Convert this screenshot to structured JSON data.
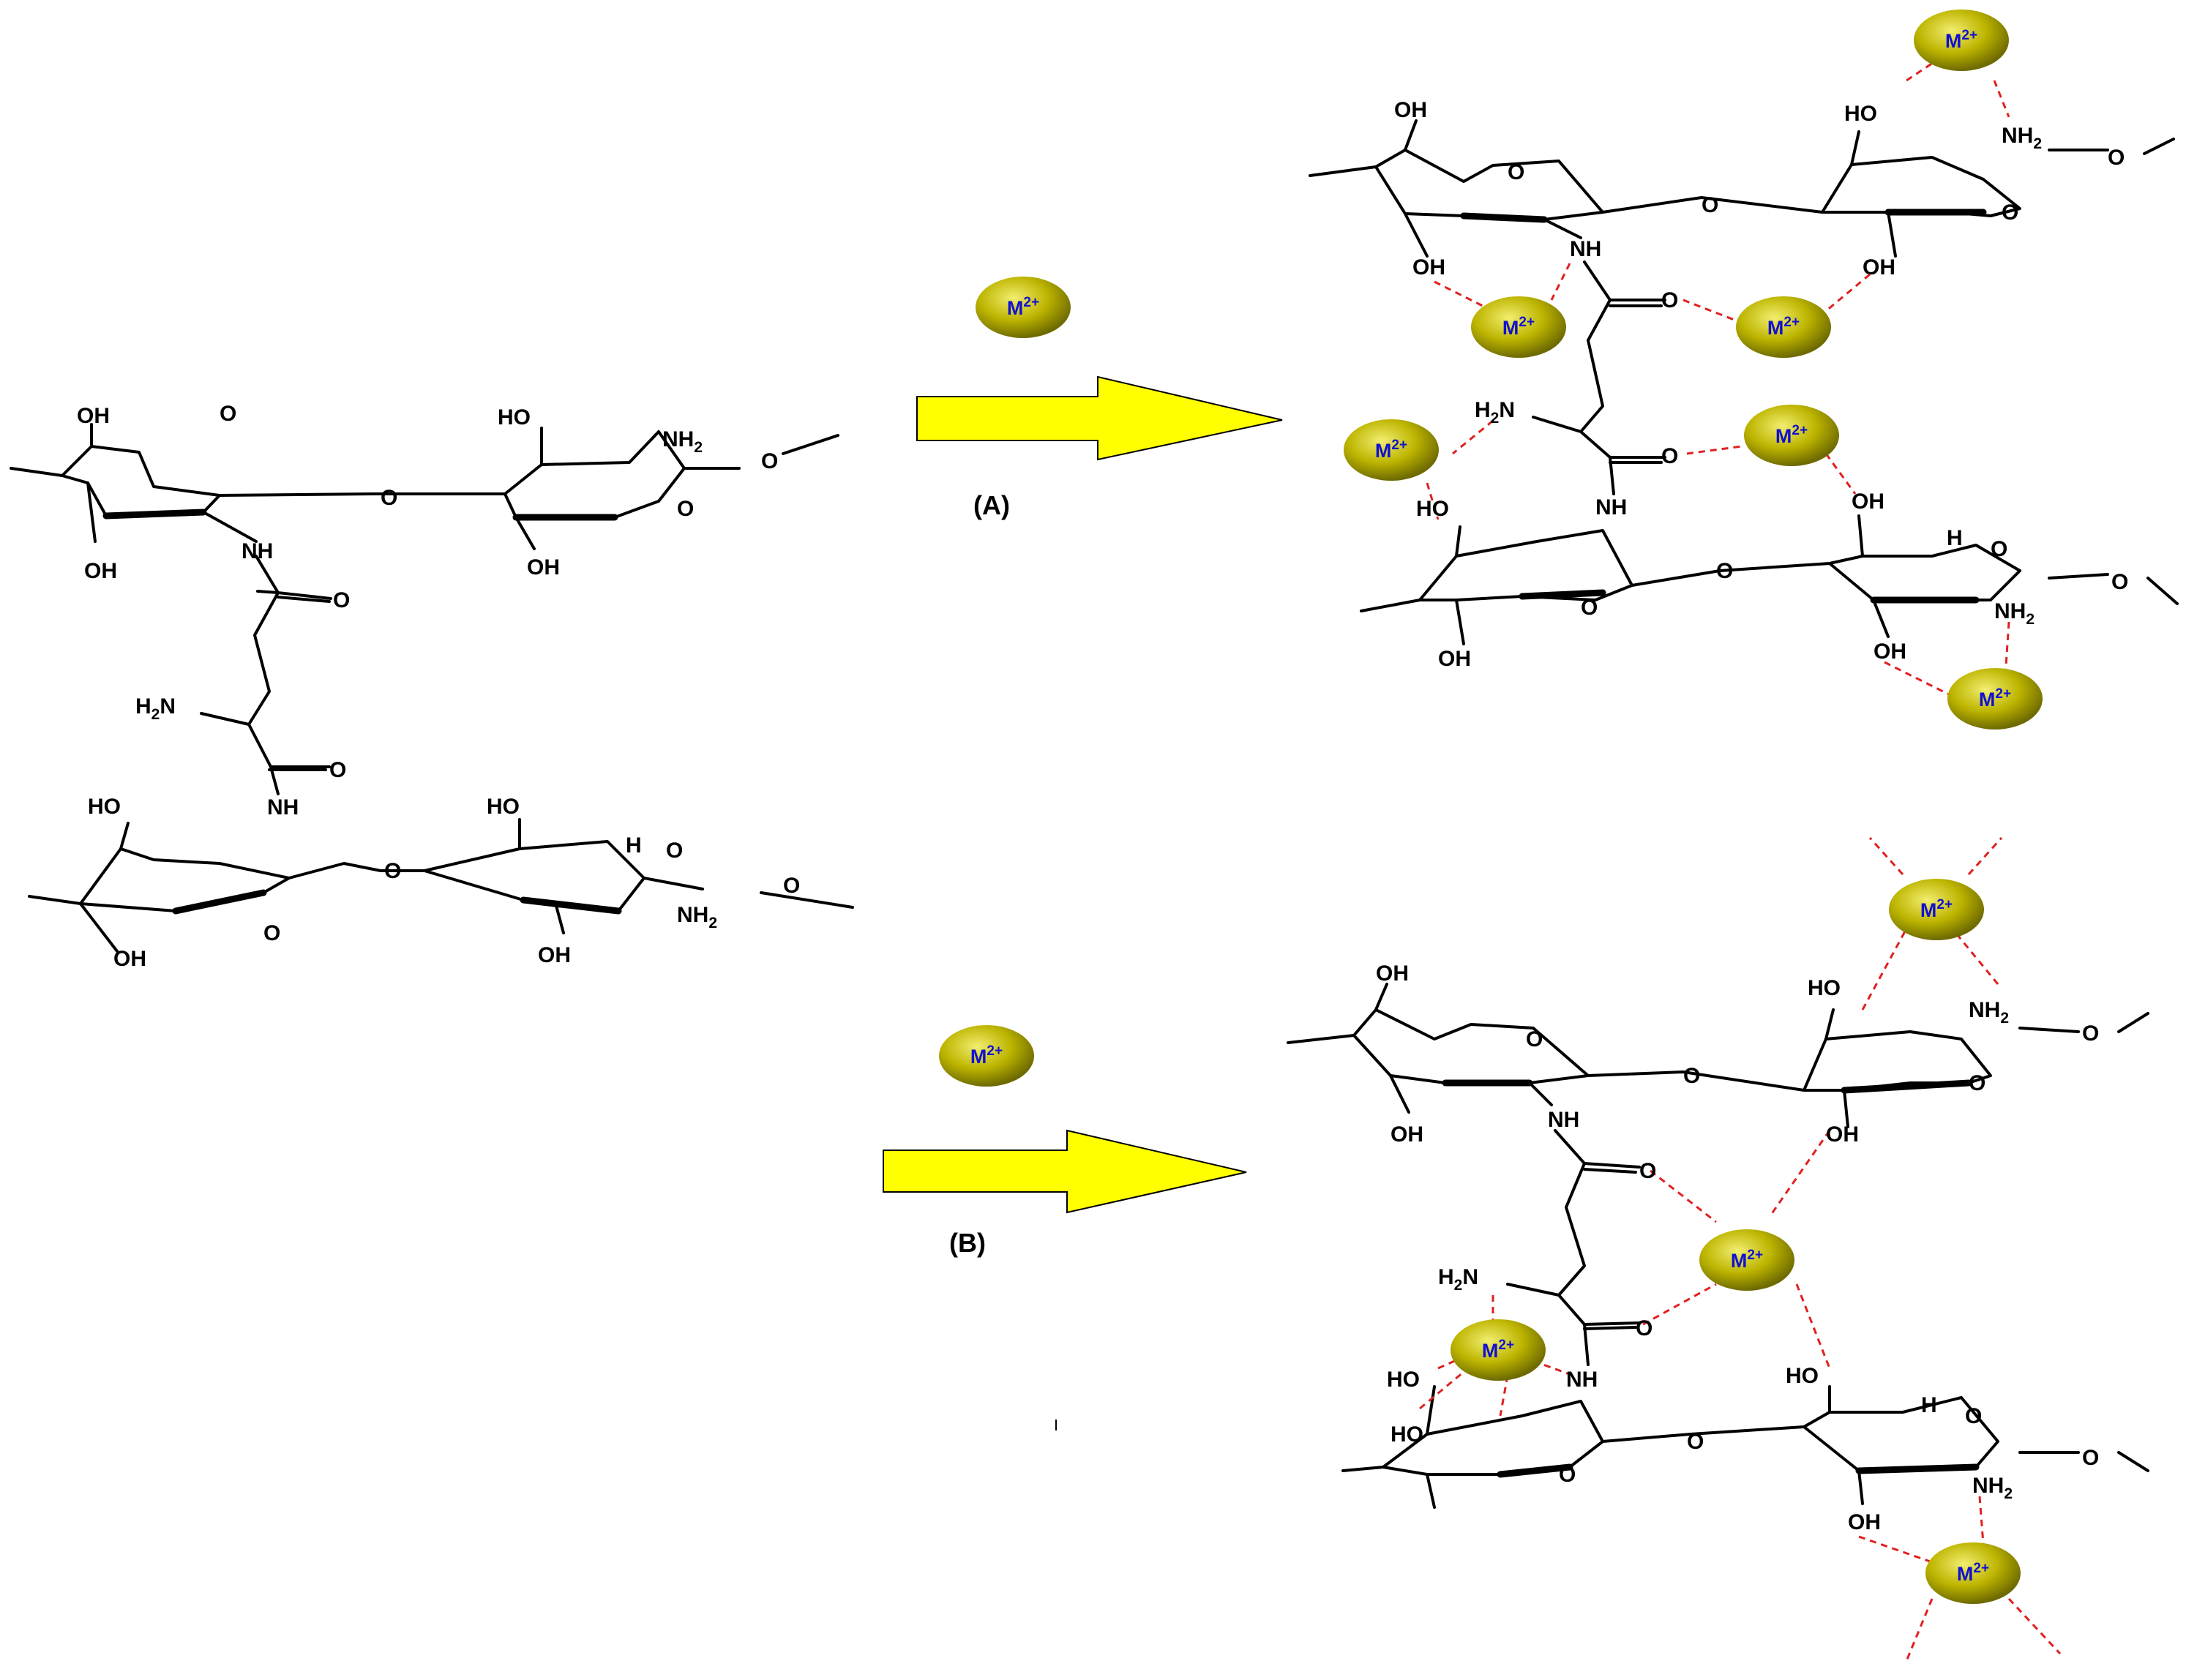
{
  "labels": {
    "a": "(A)",
    "b": "(B)"
  },
  "ion": {
    "symbol": "M",
    "charge": "2+"
  },
  "atoms": {
    "oh": "OH",
    "ho": "HO",
    "nh": "NH",
    "o": "O",
    "h": "H",
    "nh2_n": "NH",
    "nh2_sub": "2",
    "h2n_h": "H",
    "h2n_sub": "2",
    "h2n_n": "N"
  },
  "colors": {
    "arrow_fill": "#ffff00",
    "arrow_stroke": "#000000",
    "ion_fill": "#b5b000",
    "ion_text": "#1010d0",
    "coordination": "#e02020"
  }
}
